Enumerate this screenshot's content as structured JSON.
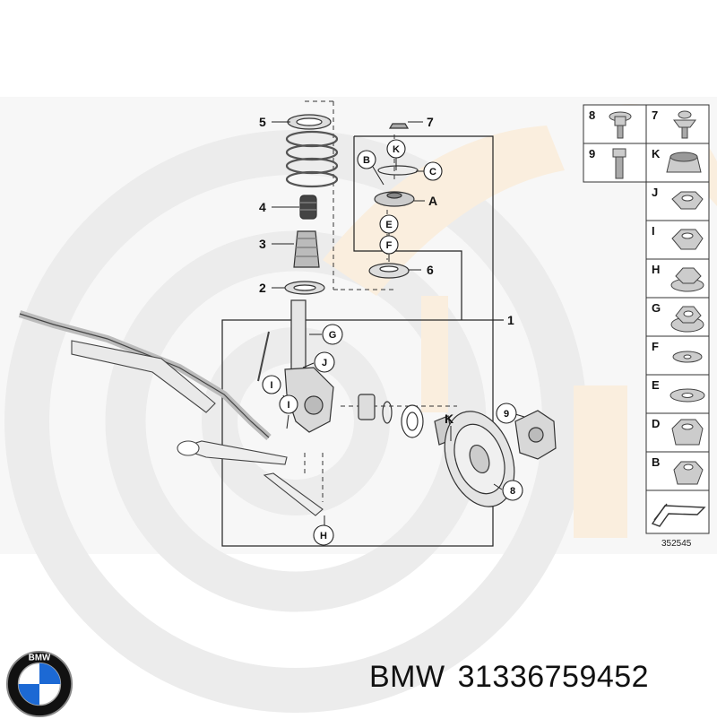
{
  "callouts": {
    "c5": "5",
    "c7": "7",
    "cK_top": "K",
    "cB": "B",
    "cC": "C",
    "cA": "A",
    "c4": "4",
    "cE": "E",
    "cF": "F",
    "c3": "3",
    "c6": "6",
    "c2": "2",
    "c1": "1",
    "cG": "G",
    "cJ": "J",
    "cI_1": "I",
    "cI_2": "I",
    "cK_hub": "K",
    "c9": "9",
    "c8": "8",
    "cH": "H"
  },
  "legend": {
    "items": [
      {
        "label": "8",
        "icon": "flange-bolt-icon"
      },
      {
        "label": "7",
        "icon": "clip-screw-icon"
      },
      {
        "label": "9",
        "icon": "hex-bolt-icon"
      },
      {
        "label": "K",
        "icon": "collar-nut-icon"
      },
      {
        "label": "J",
        "icon": "hex-nut-icon"
      },
      {
        "label": "I",
        "icon": "self-locking-nut-icon"
      },
      {
        "label": "H",
        "icon": "flange-nut-icon"
      },
      {
        "label": "G",
        "icon": "flange-hex-nut-icon"
      },
      {
        "label": "F",
        "icon": "washer-icon"
      },
      {
        "label": "E",
        "icon": "large-washer-icon"
      },
      {
        "label": "D",
        "icon": "collar-hex-nut-icon"
      },
      {
        "label": "B",
        "icon": "nut-icon"
      }
    ]
  },
  "reference_number": "352545",
  "footer": {
    "brand": "BMW",
    "part_number": "31336759452",
    "logo_letters": "BMW"
  },
  "colors": {
    "watermark_gray": "#ececec",
    "watermark_orange": "#faeede",
    "line": "#222222",
    "logo_blue": "#1c69d4"
  }
}
